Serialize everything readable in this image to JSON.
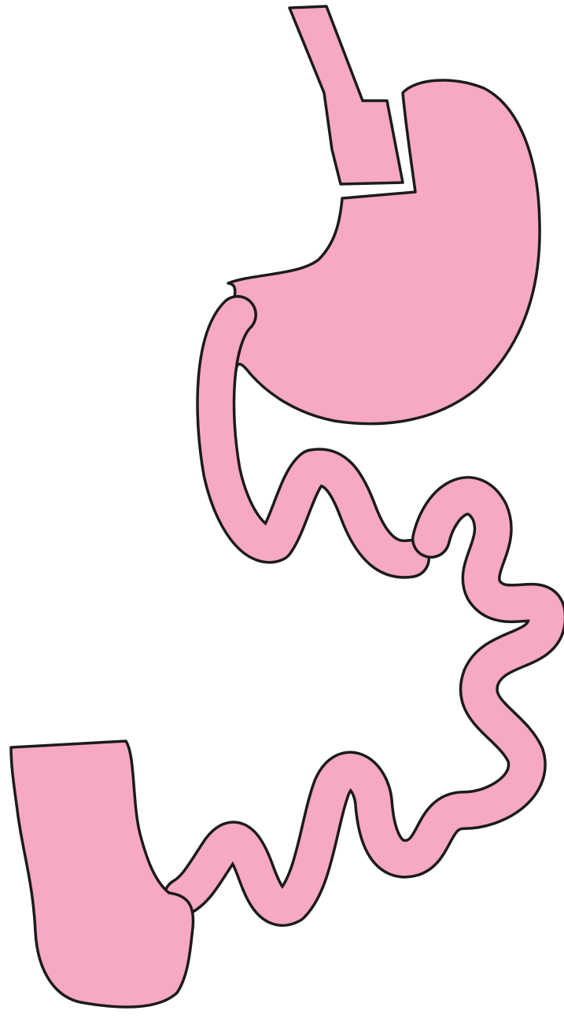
{
  "colors": {
    "fill": "#f7a8c4",
    "outline": "#1b1b1b",
    "background": "#ffffff"
  },
  "segments": [
    "esophagus",
    "stomach",
    "duodenum",
    "jejunum",
    "ileum",
    "cecum"
  ]
}
